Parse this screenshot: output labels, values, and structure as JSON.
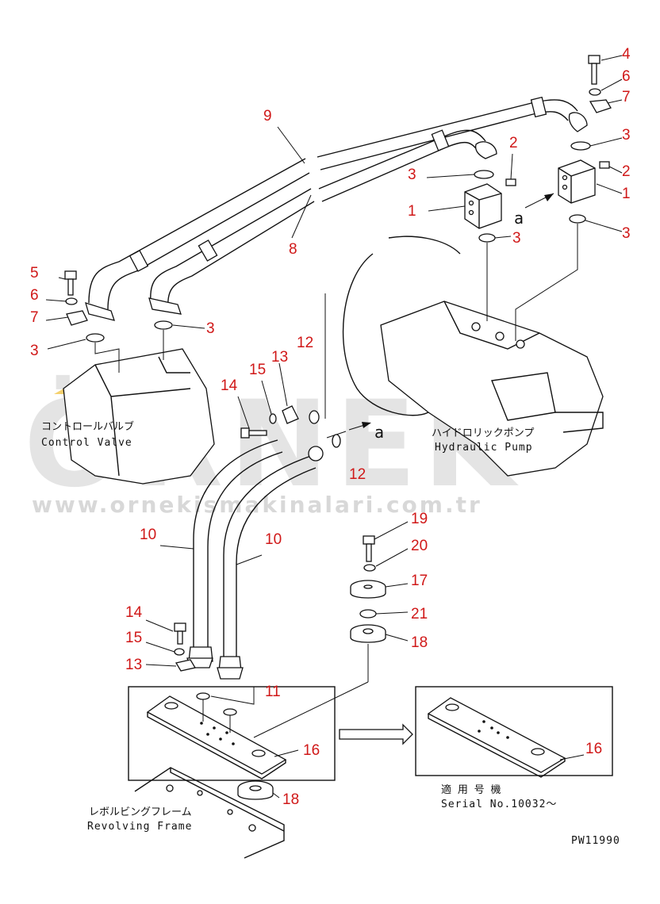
{
  "watermark": {
    "brand": "ÖRNEK",
    "url": "www.ornekismakinalari.com.tr"
  },
  "labels": {
    "control_valve_jp": "コントロールバルブ",
    "control_valve_en": "Control Valve",
    "hydraulic_pump_jp": "ハイドロリックポンプ",
    "hydraulic_pump_en": "Hydraulic Pump",
    "revolving_frame_jp": "レボルビングフレーム",
    "revolving_frame_en": "Revolving Frame",
    "serial_jp": "適 用 号 機",
    "serial_en": "Serial No.10032～",
    "drawing_no": "PW11990",
    "ref_a1": "a",
    "ref_a2": "a"
  },
  "callouts": {
    "c4": "4",
    "c6a": "6",
    "c7a": "7",
    "c3a": "3",
    "c2a": "2",
    "c1a": "1",
    "c3b": "3",
    "c9": "9",
    "c2b": "2",
    "c3c": "3",
    "c1b": "1",
    "c3d": "3",
    "c8": "8",
    "c5": "5",
    "c6b": "6",
    "c7b": "7",
    "c3e": "3",
    "c3f": "3",
    "c14a": "14",
    "c15a": "15",
    "c13a": "13",
    "c12a": "12",
    "c12b": "12",
    "c10a": "10",
    "c10b": "10",
    "c19": "19",
    "c20": "20",
    "c17": "17",
    "c21": "21",
    "c18a": "18",
    "c14b": "14",
    "c15b": "15",
    "c13b": "13",
    "c11": "11",
    "c16a": "16",
    "c16b": "16",
    "c18b": "18"
  }
}
